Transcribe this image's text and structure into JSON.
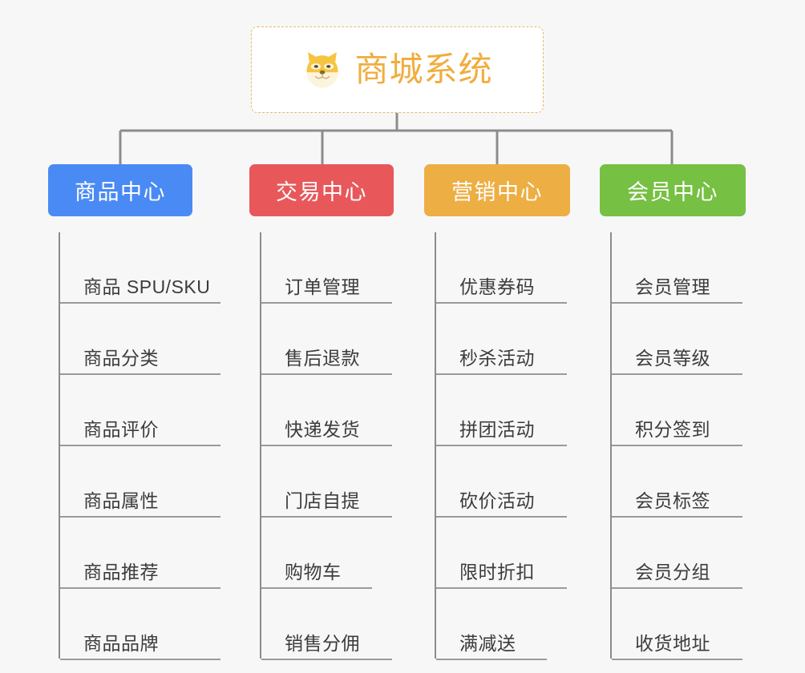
{
  "diagram": {
    "type": "org-chart",
    "background_color": "#f7f7f7",
    "connector_color": "#8c8c8c",
    "root": {
      "title": "商城系统",
      "icon": "shiba-dog-face-icon",
      "text_color": "#f0ad3e",
      "border_color": "#e8b96a",
      "background_color": "#ffffff"
    },
    "columns": [
      {
        "header": "商品中心",
        "color": "#4a8af4",
        "items": [
          "商品 SPU/SKU",
          "商品分类",
          "商品评价",
          "商品属性",
          "商品推荐",
          "商品品牌"
        ]
      },
      {
        "header": "交易中心",
        "color": "#e8585a",
        "items": [
          "订单管理",
          "售后退款",
          "快递发货",
          "门店自提",
          "购物车",
          "销售分佣"
        ]
      },
      {
        "header": "营销中心",
        "color": "#edae43",
        "items": [
          "优惠券码",
          "秒杀活动",
          "拼团活动",
          "砍价活动",
          "限时折扣",
          "满减送"
        ]
      },
      {
        "header": "会员中心",
        "color": "#76c043",
        "items": [
          "会员管理",
          "会员等级",
          "积分签到",
          "会员标签",
          "会员分组",
          "收货地址"
        ]
      }
    ]
  }
}
